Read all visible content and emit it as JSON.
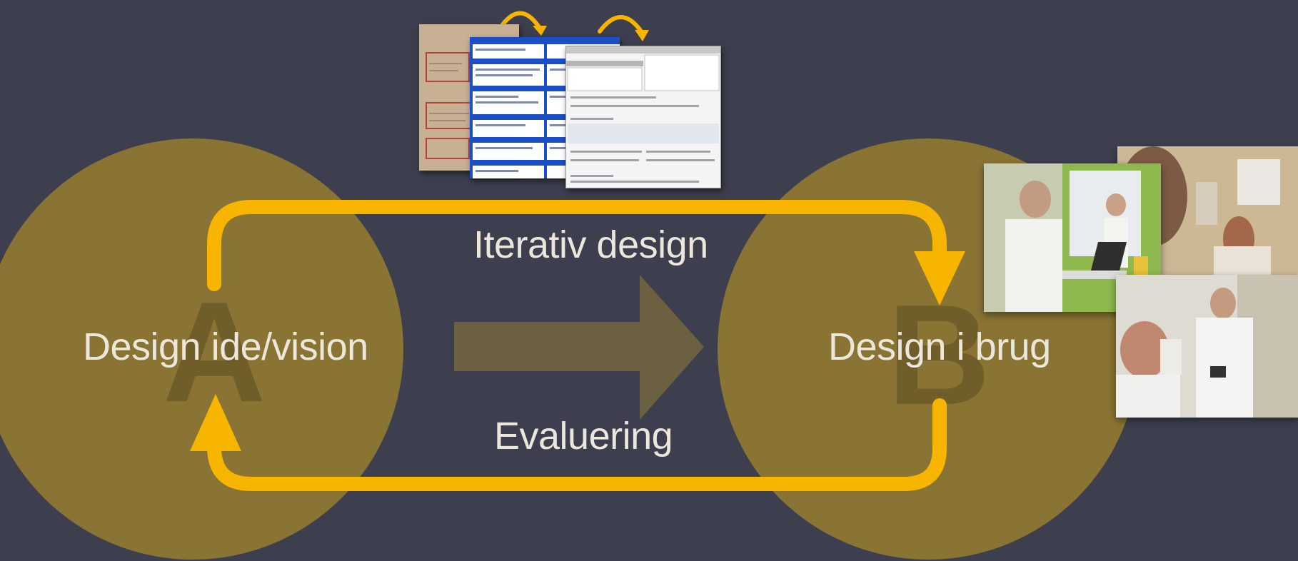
{
  "diagram": {
    "left_node": {
      "letter": "A",
      "label": "Design ide/vision"
    },
    "right_node": {
      "letter": "B",
      "label": "Design i brug"
    },
    "top_loop_label": "Iterativ design",
    "bottom_loop_label": "Evaluering"
  },
  "colors": {
    "background": "#3d3f4e",
    "circle_fill": "#8a7434",
    "loop_arrow": "#f7b500",
    "center_arrow": "#6b6040",
    "label_text": "#ece7dc",
    "big_letter": "#6f5d2a"
  },
  "icons": {
    "document_stack": "screenshot-stack-icon",
    "photo_collage": "clinical-photos-icon"
  }
}
